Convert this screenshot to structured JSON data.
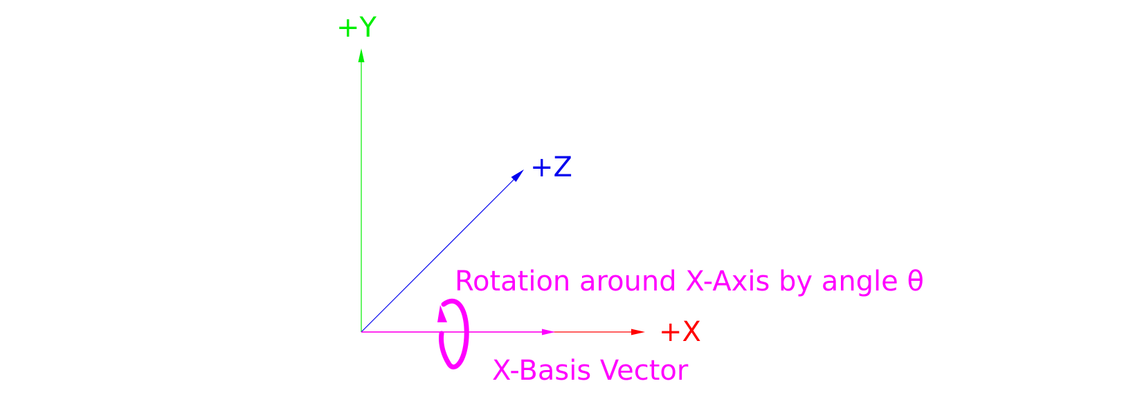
{
  "axes": {
    "y": {
      "label": "+Y",
      "color": "#00ee00"
    },
    "z": {
      "label": "+Z",
      "color": "#0000ee"
    },
    "x": {
      "label": "+X",
      "color": "#ff0000"
    }
  },
  "basis_vector": {
    "label": "X-Basis Vector",
    "color": "#ff00ff"
  },
  "rotation": {
    "label": "Rotation around X-Axis by angle θ",
    "color": "#ff00ff"
  }
}
